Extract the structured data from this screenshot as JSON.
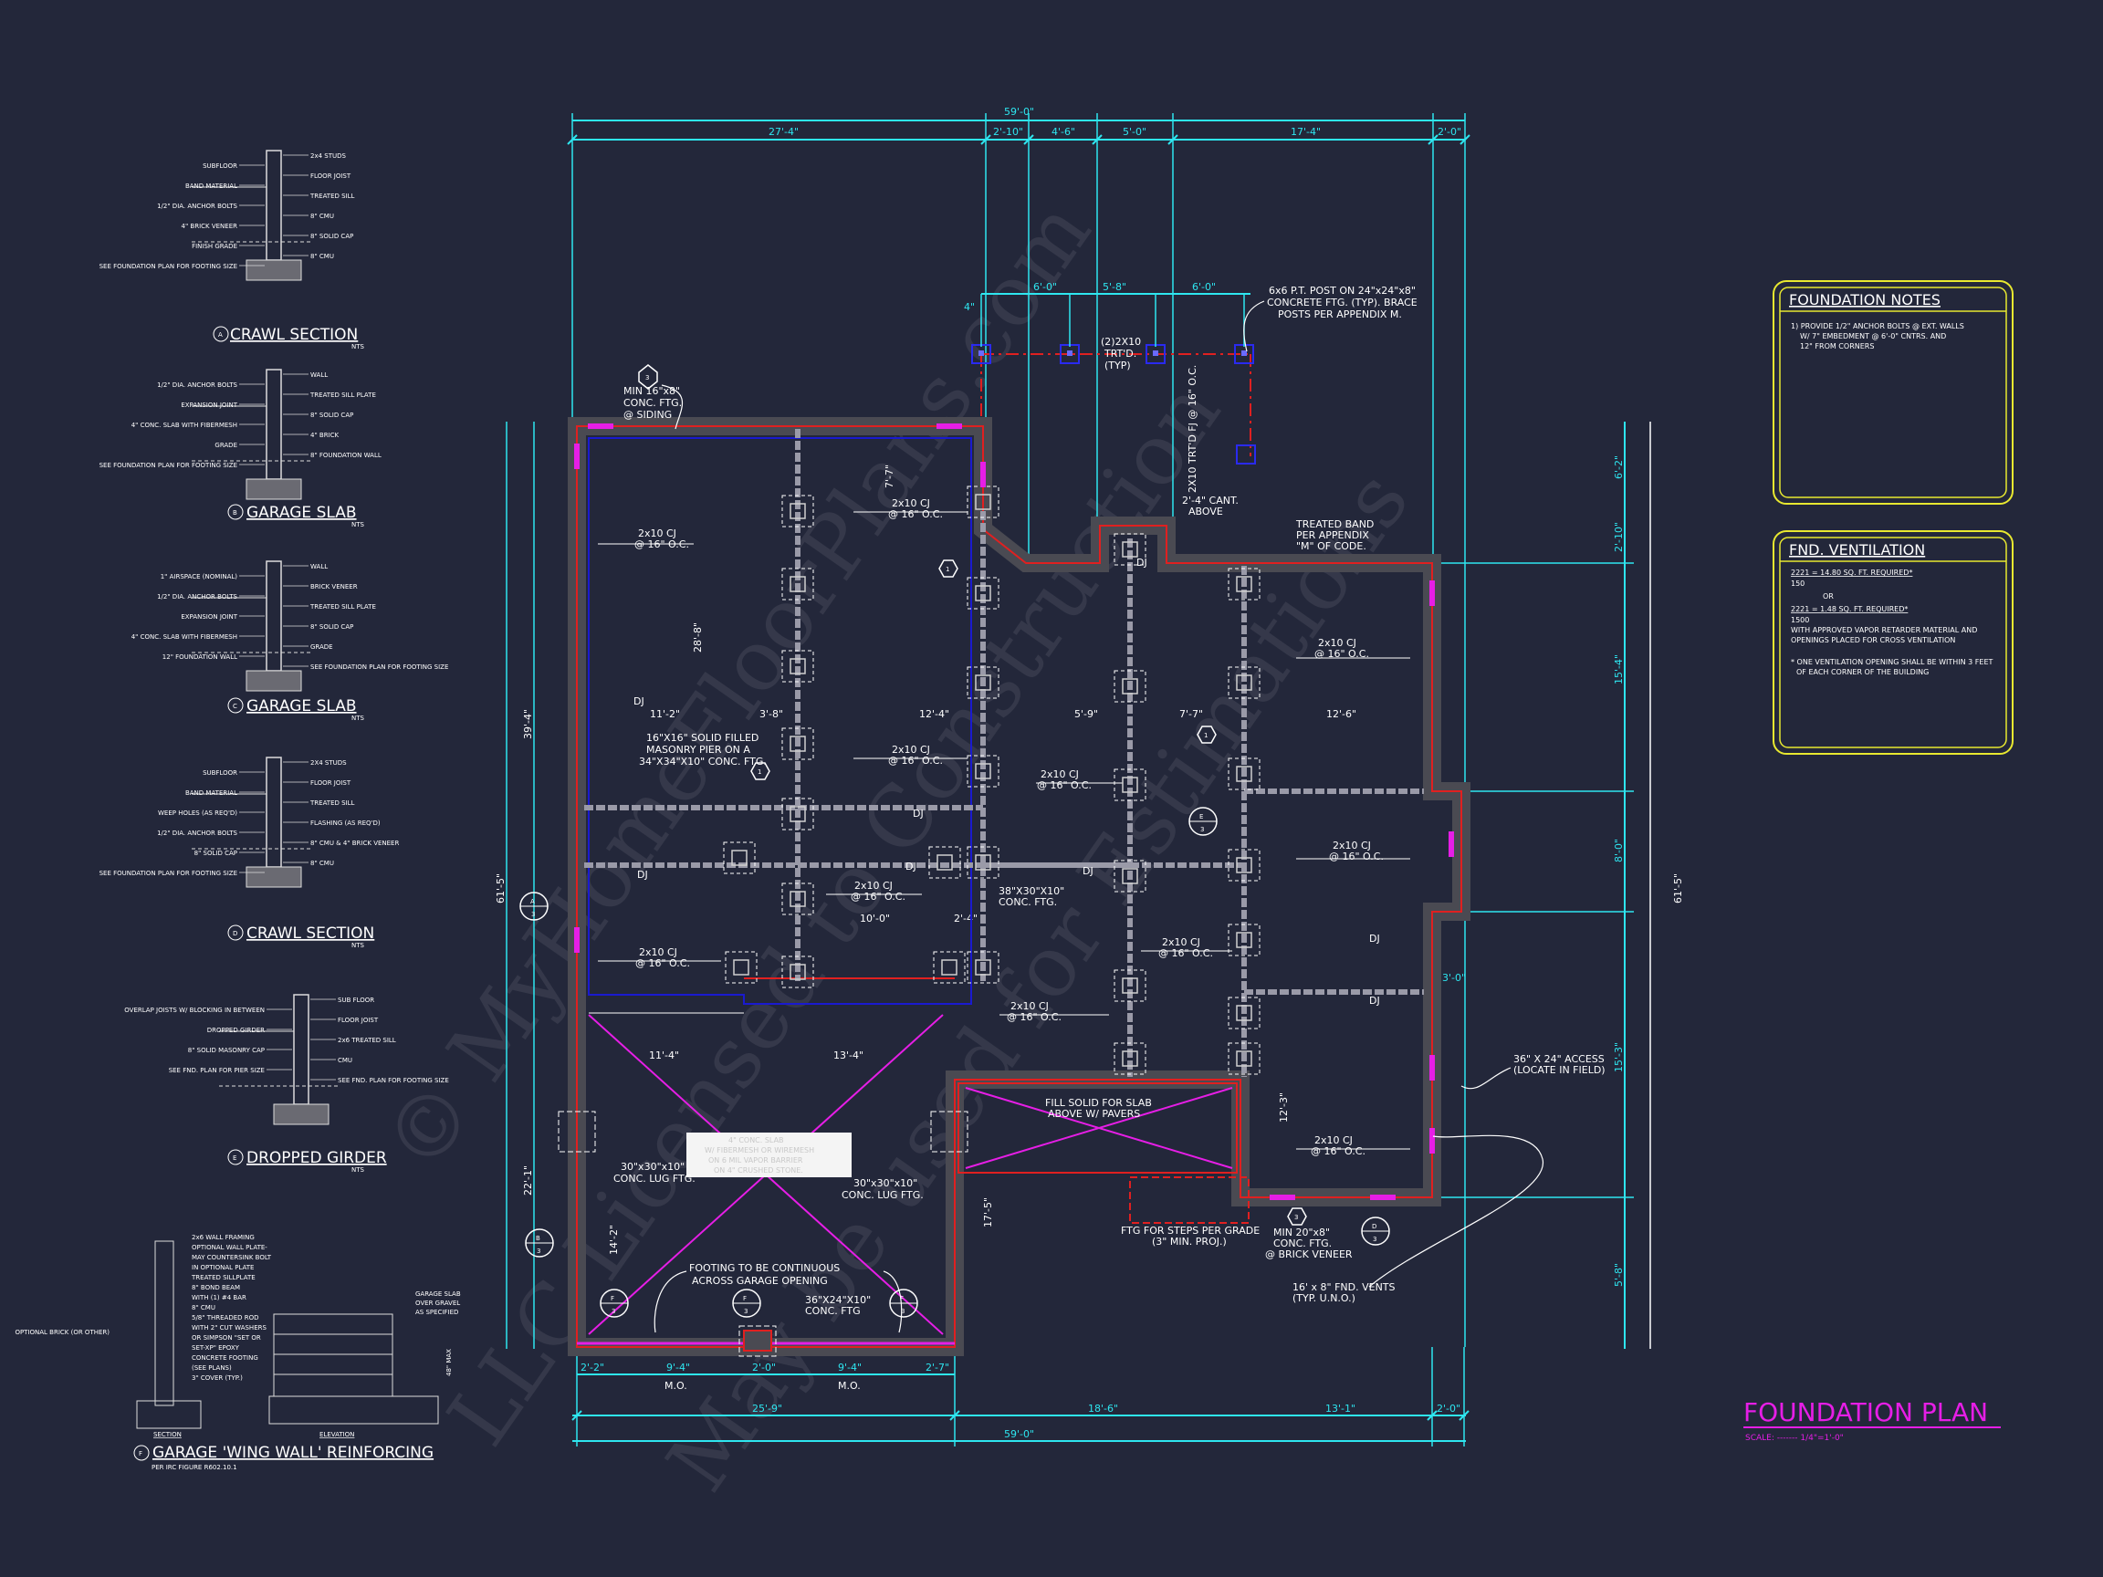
{
  "colors": {
    "background": "#23273a",
    "dimension": "#2ee6f0",
    "wall": "#e02020",
    "title": "#e61ee6",
    "notes_border": "#e8e830",
    "text": "#ffffff",
    "joist": "#1a1ad0"
  },
  "title": {
    "main": "FOUNDATION PLAN",
    "scale": "SCALE: ------- 1/4\"=1'-0\""
  },
  "notes": {
    "title": "FOUNDATION NOTES",
    "lines": [
      "1) PROVIDE 1/2\" ANCHOR BOLTS @ EXT. WALLS",
      "W/ 7\" EMBEDMENT @ 6'-0\" CNTRS. AND",
      "12\" FROM CORNERS"
    ]
  },
  "ventilation": {
    "title": "FND. VENTILATION",
    "lines": [
      "2221 = 14.80 SQ. FT. REQUIRED*",
      "150",
      "OR",
      "2221 = 1.48 SQ. FT. REQUIRED*",
      "1500",
      "WITH APPROVED VAPOR RETARDER MATERIAL AND",
      "OPENINGS PLACED FOR CROSS VENTILATION",
      "* ONE VENTILATION OPENING SHALL BE WITHIN 3 FEET",
      "OF EACH CORNER OF THE BUILDING"
    ]
  },
  "dims": {
    "top_overall": "59'-0\"",
    "top": [
      "27'-4\"",
      "2'-10\"",
      "4'-6\"",
      "5'-0\"",
      "17'-4\"",
      "2'-0\""
    ],
    "porch": [
      "6'-0\"",
      "5'-8\"",
      "6'-0\"",
      "4\""
    ],
    "bottom_row1": [
      "2'-2\"",
      "9'-4\"",
      "2'-0\"",
      "9'-4\"",
      "2'-7\""
    ],
    "mo": "M.O.",
    "bottom_row2": [
      "25'-9\"",
      "18'-6\"",
      "13'-1\"",
      "2'-0\""
    ],
    "bottom_overall": "59'-0\"",
    "left": [
      "61'-5\"",
      "39'-4\"",
      "22'-1\""
    ],
    "right": [
      "6'-2\"",
      "2'-10\"",
      "15'-4\"",
      "8'-0\"",
      "15'-3\"",
      "5'-8\"",
      "61'-5\""
    ],
    "interior": [
      "11'-2\"",
      "3'-8\"",
      "12'-4\"",
      "5'-9\"",
      "7'-7\"",
      "12'-6\"",
      "11'-4\"",
      "13'-4\"",
      "10'-0\"",
      "2'-4\"",
      "3'-0\"",
      "12'-3\"",
      "17'-5\"",
      "14'-2\"",
      "28'-8\"",
      "7'-7\""
    ]
  },
  "annotations": {
    "min16": [
      "MIN 16\"x8\"",
      "CONC. FTG.",
      "@ SIDING"
    ],
    "post": [
      "6x6 P.T. POST ON 24\"x24\"x8\"",
      "CONCRETE FTG. (TYP). BRACE",
      "POSTS PER APPENDIX M."
    ],
    "trtd": [
      "(2)2X10",
      "TRT'D.",
      "(TYP)"
    ],
    "fj": "2X10 TRT'D FJ @ 16\" O.C.",
    "cant": [
      "2'-4\" CANT.",
      "ABOVE"
    ],
    "band": [
      "TREATED BAND",
      "PER APPENDIX",
      "\"M\" OF CODE."
    ],
    "cj": [
      "2x10 CJ",
      "@ 16\" O.C."
    ],
    "pier": [
      "16\"X16\" SOLID FILLED",
      "MASONRY PIER ON A",
      "34\"X34\"X10\" CONC. FTG."
    ],
    "ftg38": [
      "38\"X30\"X10\"",
      "CONC. FTG."
    ],
    "lug": [
      "30\"x30\"x10\"",
      "CONC. LUG FTG."
    ],
    "slab": [
      "4\" CONC. SLAB",
      "W/ FIBERMESH OR WIREMESH",
      "ON 6 MIL VAPOR BARRIER",
      "ON 4\" CRUSHED STONE."
    ],
    "footing_cont": [
      "FOOTING TO BE CONTINUOUS",
      "ACROSS GARAGE OPENING"
    ],
    "ftg36": [
      "36\"X24\"X10\"",
      "CONC. FTG"
    ],
    "fill": [
      "FILL SOLID FOR SLAB",
      "ABOVE W/ PAVERS"
    ],
    "steps": [
      "FTG FOR STEPS PER GRADE",
      "(3\" MIN. PROJ.)"
    ],
    "min20": [
      "MIN 20\"x8\"",
      "CONC. FTG.",
      "@ BRICK VENEER"
    ],
    "vents": [
      "16' x 8\" FND. VENTS",
      "(TYP. U.N.O.)"
    ],
    "access": [
      "36\" X 24\" ACCESS",
      "(LOCATE IN FIELD)"
    ],
    "dj": "DJ"
  },
  "markers": {
    "three": "3",
    "one": "1",
    "A": "A",
    "B": "B",
    "D": "D",
    "E": "E",
    "F": "F"
  },
  "details": [
    {
      "letter": "A",
      "title": "CRAWL SECTION",
      "nts": "NTS",
      "labels": [
        "2x4 STUDS",
        "SUBFLOOR",
        "FLOOR JOIST",
        "BAND MATERIAL",
        "TREATED SILL",
        "1/2\" DIA. ANCHOR BOLTS",
        "8\" CMU",
        "4\" BRICK VENEER",
        "8\" SOLID CAP",
        "FINISH GRADE",
        "8\" CMU",
        "SEE FOUNDATION PLAN FOR FOOTING SIZE"
      ]
    },
    {
      "letter": "B",
      "title": "GARAGE SLAB",
      "nts": "NTS",
      "labels": [
        "WALL",
        "1/2\" DIA. ANCHOR BOLTS",
        "TREATED SILL PLATE",
        "EXPANSION JOINT",
        "8\" SOLID CAP",
        "4\" CONC. SLAB WITH FIBERMESH",
        "4\" BRICK",
        "GRADE",
        "8\" FOUNDATION WALL",
        "SEE FOUNDATION PLAN FOR FOOTING SIZE"
      ]
    },
    {
      "letter": "C",
      "title": "GARAGE SLAB",
      "nts": "NTS",
      "labels": [
        "WALL",
        "1\" AIRSPACE (NOMINAL)",
        "BRICK VENEER",
        "1/2\" DIA. ANCHOR BOLTS",
        "TREATED SILL PLATE",
        "EXPANSION JOINT",
        "8\" SOLID CAP",
        "4\" CONC. SLAB WITH FIBERMESH",
        "GRADE",
        "12\" FOUNDATION WALL",
        "SEE FOUNDATION PLAN FOR FOOTING SIZE"
      ]
    },
    {
      "letter": "D",
      "title": "CRAWL SECTION",
      "nts": "NTS",
      "labels": [
        "2X4 STUDS",
        "SUBFLOOR",
        "FLOOR JOIST",
        "BAND MATERIAL",
        "TREATED SILL",
        "WEEP HOLES (AS REQ'D)",
        "FLASHING (AS REQ'D)",
        "1/2\" DIA. ANCHOR BOLTS",
        "8\" CMU & 4\" BRICK VENEER",
        "8\" SOLID CAP",
        "8\" CMU",
        "SEE FOUNDATION PLAN FOR FOOTING SIZE"
      ]
    },
    {
      "letter": "E",
      "title": "DROPPED GIRDER",
      "nts": "NTS",
      "labels": [
        "SUB FLOOR",
        "OVERLAP JOISTS W/ BLOCKING IN BETWEEN",
        "FLOOR JOIST",
        "DROPPED GIRDER",
        "2x6 TREATED SILL",
        "8\" SOLID MASONRY CAP",
        "CMU",
        "SEE FND. PLAN FOR PIER SIZE",
        "SEE FND. PLAN FOR FOOTING SIZE"
      ]
    },
    {
      "letter": "F",
      "title": "GARAGE 'WING WALL' REINFORCING",
      "sub": "PER IRC FIGURE R602.10.1",
      "section": "SECTION",
      "elevation": "ELEVATION",
      "max": "48\" MAX",
      "labels": [
        "2x6 WALL FRAMING",
        "OPTIONAL WALL PLATE-",
        "MAY COUNTERSINK BOLT",
        "IN OPTIONAL PLATE",
        "TREATED SILLPLATE",
        "8\" BOND BEAM",
        "WITH (1) #4 BAR",
        "8\" CMU",
        "5/8\" THREADED ROD",
        "WITH 2\" CUT WASHERS",
        "OR SIMPSON \"SET OR",
        "SET-XP\" EPOXY",
        "CONCRETE FOOTING",
        "(SEE PLANS)",
        "3\" COVER (TYP.)",
        "GARAGE SLAB",
        "OVER GRAVEL",
        "AS SPECIFIED",
        "OPTIONAL BRICK (OR OTHER)"
      ]
    }
  ],
  "watermark": [
    "© MyHomeFloorPlans.com",
    "LLC Licensed to Construction",
    "May be used for Estimations"
  ]
}
